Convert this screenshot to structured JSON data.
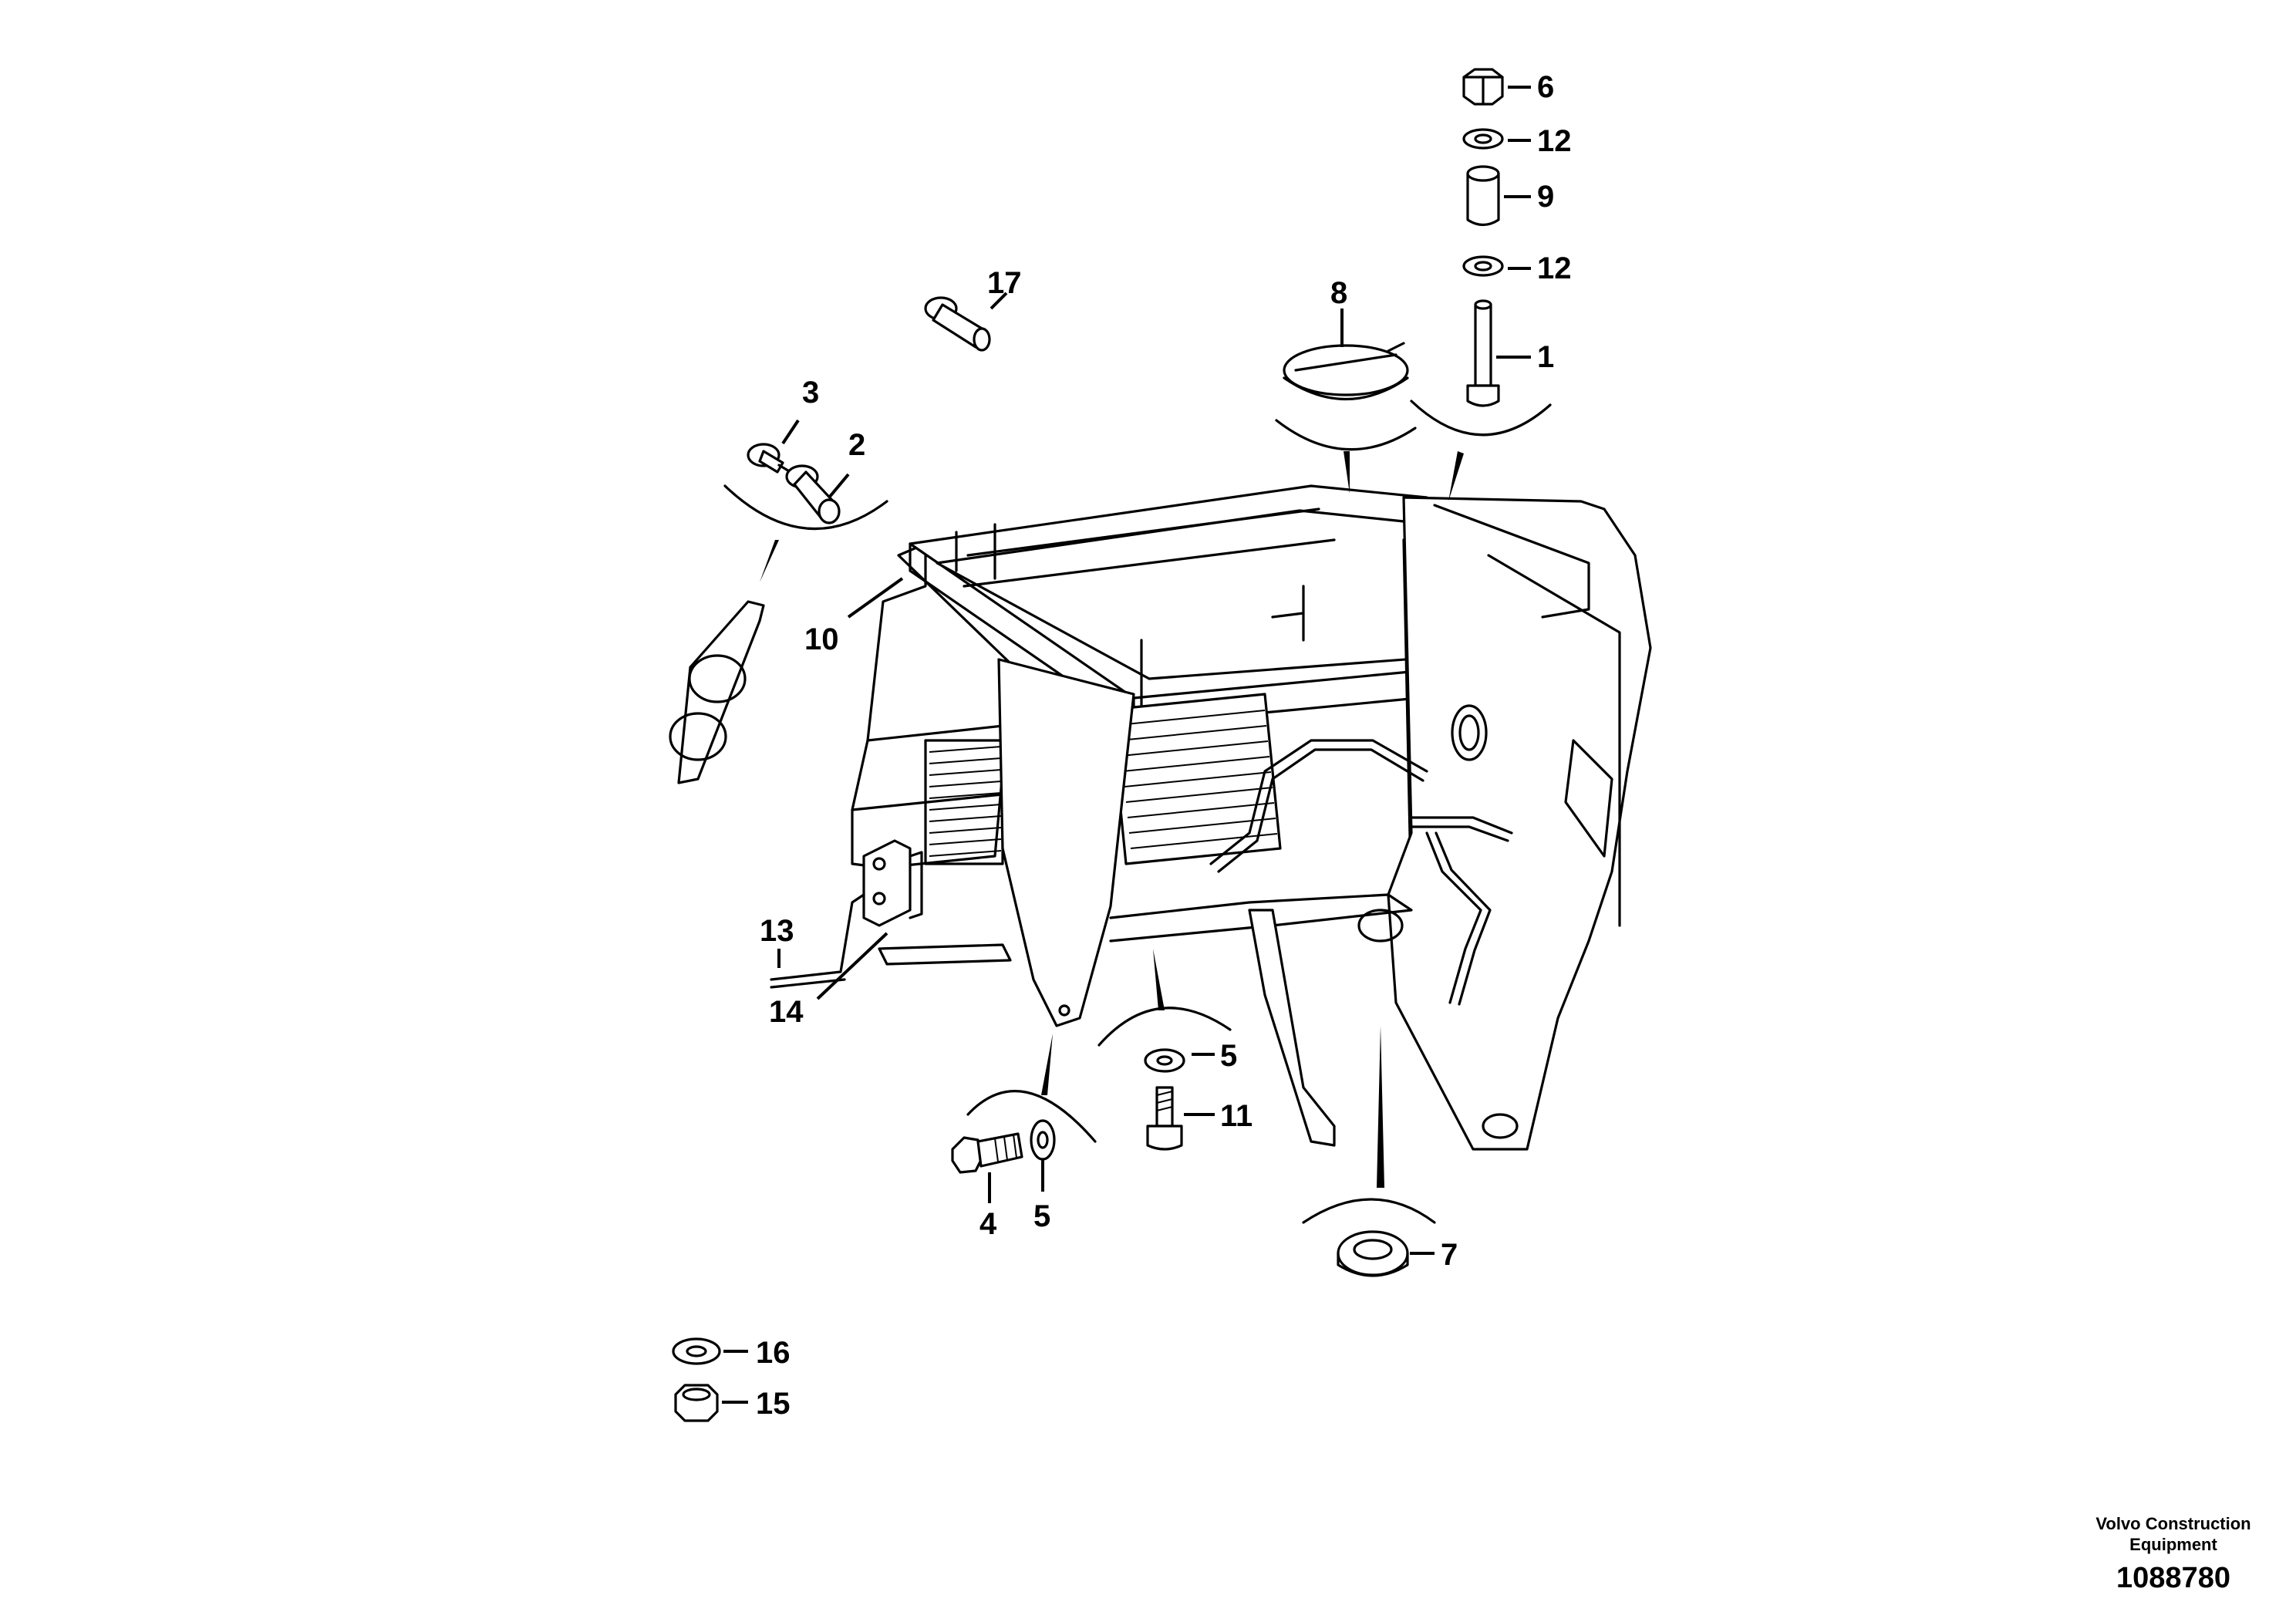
{
  "diagram": {
    "callouts": {
      "c1": "1",
      "c2": "2",
      "c3": "3",
      "c4": "4",
      "c5a": "5",
      "c5b": "5",
      "c6": "6",
      "c7": "7",
      "c8": "8",
      "c9": "9",
      "c10": "10",
      "c11": "11",
      "c12a": "12",
      "c12b": "12",
      "c13": "13",
      "c14": "14",
      "c15": "15",
      "c16": "16",
      "c17": "17"
    },
    "credit": {
      "line1": "Volvo Construction",
      "line2": "Equipment",
      "number": "1088780"
    }
  }
}
